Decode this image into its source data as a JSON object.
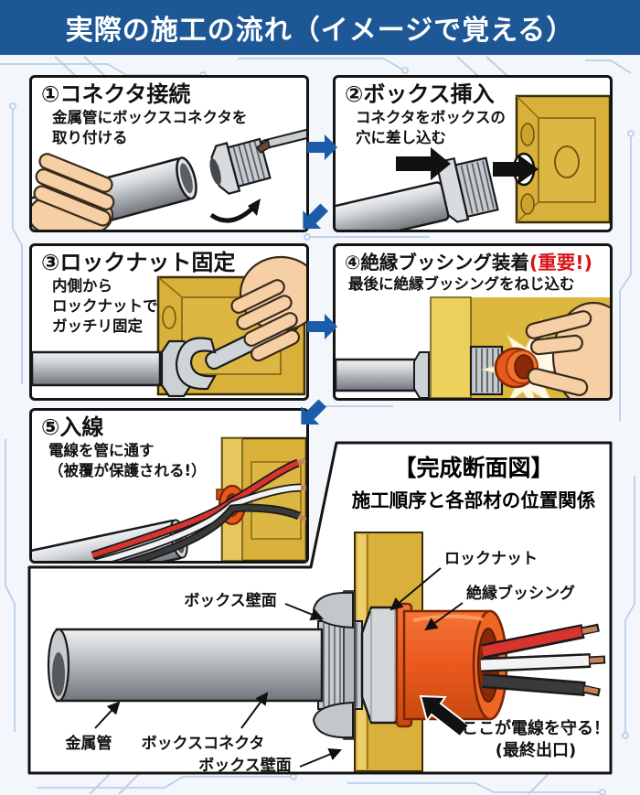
{
  "title": "実際の施工の流れ（イメージで覚える）",
  "steps": [
    {
      "heading": "①コネクタ接続",
      "lines": [
        "金属管にボックスコネクタを",
        "取り付ける"
      ]
    },
    {
      "heading": "②ボックス挿入",
      "lines": [
        "コネクタをボックスの",
        "穴に差し込む"
      ]
    },
    {
      "heading": "③ロックナット固定",
      "lines": [
        "内側から",
        "ロックナットで",
        "ガッチリ固定"
      ]
    },
    {
      "heading": "④絶縁ブッシング装着",
      "highlight": "(重要!)",
      "lines": [
        "最後に絶縁ブッシングをねじ込む"
      ]
    },
    {
      "heading": "⑤入線",
      "lines": [
        "電線を管に通す",
        "（被覆が保護される!）"
      ]
    }
  ],
  "cross_section": {
    "title": "【完成断面図】",
    "subtitle": "施工順序と各部材の位置関係",
    "labels": {
      "locknut": "ロックナット",
      "bushing": "絶縁ブッシング",
      "box_wall_top": "ボックス壁面",
      "metal_pipe": "金属管",
      "box_connector": "ボックスコネクタ",
      "box_wall_bottom": "ボックス壁面",
      "protect_line1": "ここが電線を守る！",
      "protect_line2": "(最終出口)"
    }
  },
  "colors": {
    "banner_blue": "#1e5795",
    "flow_arrow_blue": "#1b5caa",
    "box_yellow": "#d9b13a",
    "bushing_orange": "#e8571c",
    "important_red": "#d61414",
    "wire_red": "#d8342e",
    "wire_white": "#f2f2f2",
    "wire_black": "#3a3a3a",
    "copper": "#c4815a",
    "circuit_trace": "#b9cfe8"
  }
}
